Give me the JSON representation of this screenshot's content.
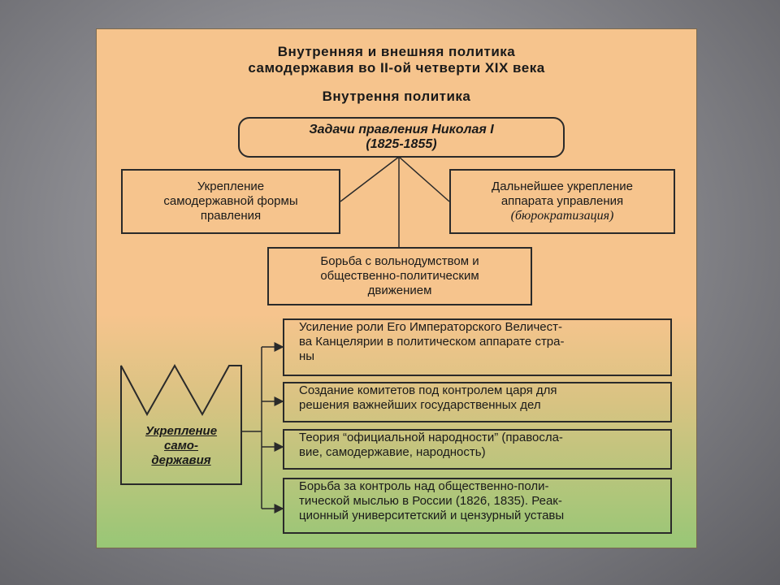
{
  "slide": {
    "title_line1": "Внутренняя и внешняя политика",
    "title_line2": "самодержавия во II-ой четверти XIX века",
    "subtitle": "Внутрення политика"
  },
  "center_box": {
    "line1": "Задачи правления Николая I",
    "line2": "(1825-1855)"
  },
  "box_left": {
    "line1": "Укрепление",
    "line2": "самодержавной формы",
    "line3": "правления"
  },
  "box_right": {
    "line1": "Дальнейшее укрепление",
    "line2": "аппарата управления",
    "line3": "(бюрократизация)"
  },
  "box_middle": {
    "line1": "Борьба с вольнодумством и",
    "line2": "общественно-политическим",
    "line3": "движением"
  },
  "crown_box": {
    "line1": "Укрепление",
    "line2": "само-",
    "line3": "державия"
  },
  "list_items": [
    {
      "line1": "Усиление роли Его Императорского Величест-",
      "line2": "ва Канцелярии в политическом аппарате стра-",
      "line3": "ны"
    },
    {
      "line1": "Создание комитетов под контролем царя для",
      "line2": "решения важнейших государственных дел"
    },
    {
      "line1": "Теория “официальной народности” (правосла-",
      "line2": "вие, самодержавие, народность)"
    },
    {
      "line1": "Борьба за контроль над общественно-поли-",
      "line2": "тической мыслью в России (1826, 1835). Реак-",
      "line3": "ционный университетский и цензурный уставы"
    }
  ]
}
